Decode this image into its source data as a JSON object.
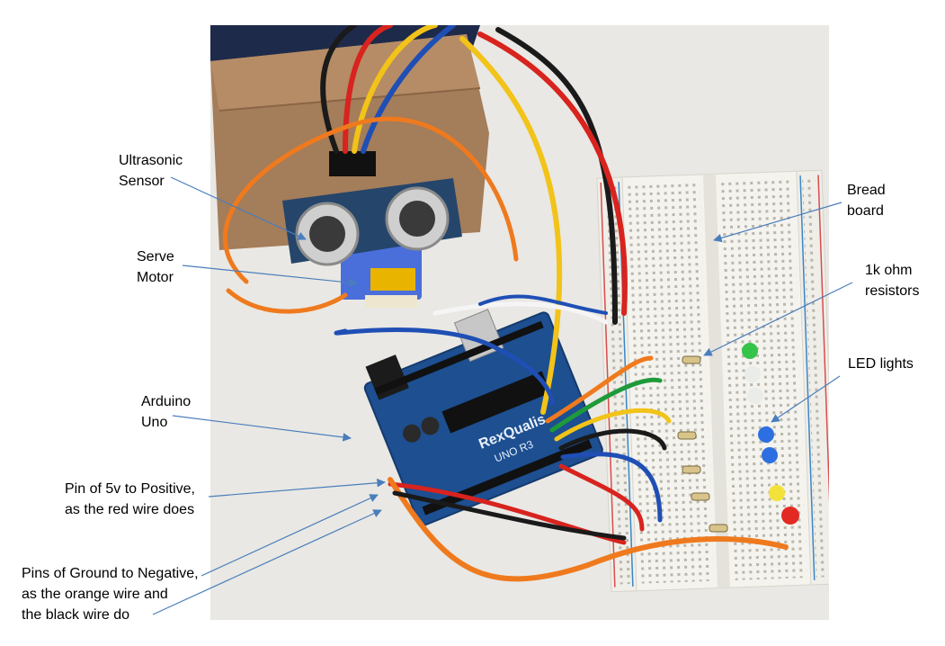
{
  "labels": {
    "ultrasonic": "Ultrasonic\nSensor",
    "servo": "Serve\nMotor",
    "arduino": "Arduino\nUno",
    "pin5v": "Pin of 5v to Positive,\nas the red wire does",
    "ground": "Pins of Ground to Negative,\nas the orange wire and\nthe black wire do",
    "breadboard": "Bread\nboard",
    "resistors": "1k ohm\nresistors",
    "leds": "LED lights"
  },
  "board_text": {
    "brand": "RexQualis",
    "model": "UNO R3"
  },
  "colors": {
    "arrow": "#4a7ebb",
    "desk": "#e9e8e4",
    "cardboard": "#a47d5a",
    "arduino_blue": "#1d4f91",
    "breadboard": "#f4f3ee",
    "wire_red": "#d8231e",
    "wire_orange": "#ef7a1e",
    "wire_yellow": "#f2c318",
    "wire_black": "#1a1a1a",
    "wire_blue": "#1f4fb5",
    "wire_green": "#1f9a3a",
    "wire_white": "#f5f5f5"
  }
}
